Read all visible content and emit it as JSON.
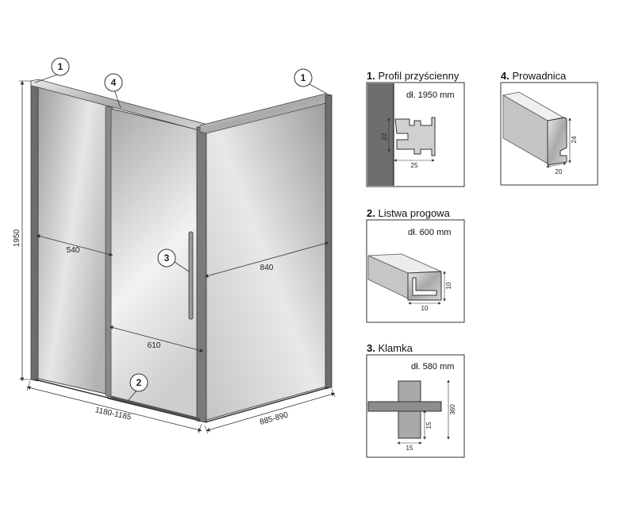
{
  "main_drawing": {
    "height_label": "1950",
    "width_front_label": "1180-1185",
    "width_side_label": "885-890",
    "dim_fixed_panel": "540",
    "dim_door_opening": "610",
    "dim_side_panel": "840",
    "callouts": [
      "1",
      "4",
      "1",
      "3",
      "2"
    ]
  },
  "details": {
    "profile": {
      "number": "1.",
      "title": "Profil przyścienny",
      "length": "dł. 1950 mm",
      "dim_h": "22",
      "dim_w": "25"
    },
    "guide": {
      "number": "4.",
      "title": "Prowadnica",
      "dim_h": "24",
      "dim_w": "20"
    },
    "threshold": {
      "number": "2.",
      "title": "Listwa progowa",
      "length": "dł. 600 mm",
      "dim_h": "10",
      "dim_w": "10"
    },
    "handle": {
      "number": "3.",
      "title": "Klamka",
      "length": "dł. 580 mm",
      "dim_total": "360",
      "dim_small_v": "15",
      "dim_small_h": "15"
    }
  },
  "colors": {
    "line": "#333333",
    "glass": "#b9b9b9",
    "frame": "#8c8c8c"
  }
}
